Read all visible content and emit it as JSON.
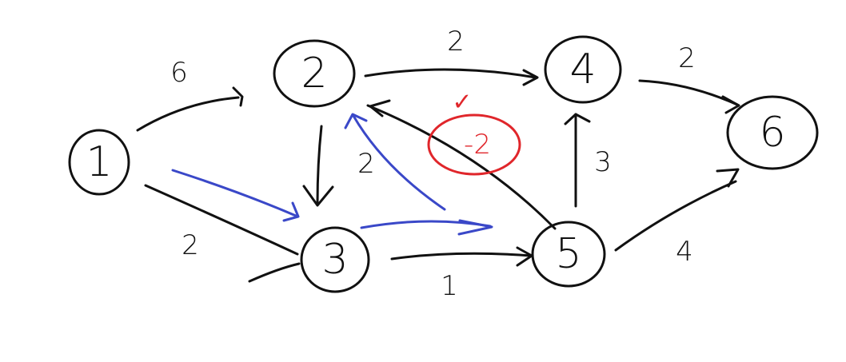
{
  "colors": {
    "ink": "#111111",
    "relaxation": "#3a48c8",
    "annotation": "#e0262b"
  },
  "nodes": [
    {
      "id": "1",
      "label": "1"
    },
    {
      "id": "2",
      "label": "2"
    },
    {
      "id": "3",
      "label": "3"
    },
    {
      "id": "4",
      "label": "4"
    },
    {
      "id": "5",
      "label": "5"
    },
    {
      "id": "6",
      "label": "6"
    }
  ],
  "edges": [
    {
      "from": "1",
      "to": "2",
      "weight": "6"
    },
    {
      "from": "1",
      "to": "3",
      "weight": "2"
    },
    {
      "from": "2",
      "to": "4",
      "weight": "2"
    },
    {
      "from": "2",
      "to": "3",
      "weight": "2"
    },
    {
      "from": "3",
      "to": "5",
      "weight": "1"
    },
    {
      "from": "5",
      "to": "2",
      "weight": "-2"
    },
    {
      "from": "5",
      "to": "4",
      "weight": "3"
    },
    {
      "from": "4",
      "to": "6",
      "weight": "2"
    },
    {
      "from": "5",
      "to": "6",
      "weight": "4"
    }
  ],
  "annotations": {
    "negative_weight": "-2",
    "check_mark": "✓"
  }
}
